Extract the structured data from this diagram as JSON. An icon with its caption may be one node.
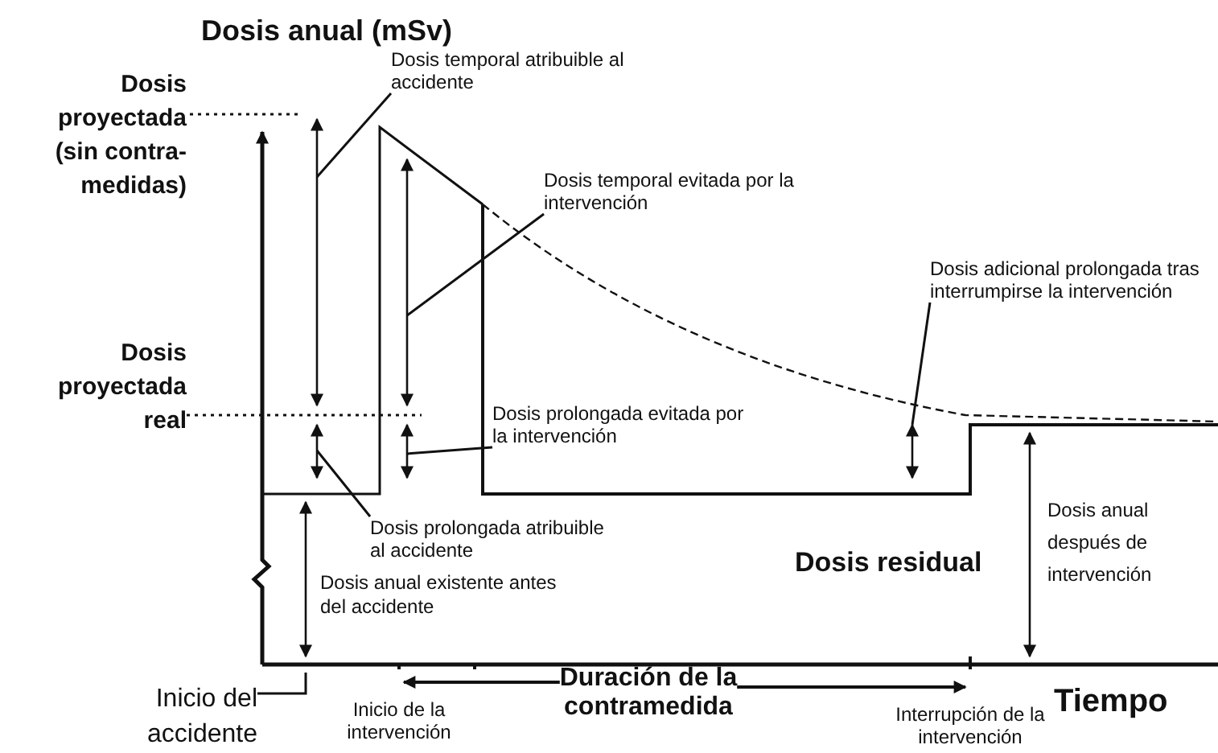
{
  "diagram": {
    "nodes": [
      {
        "text": [
          "Dosis temporal atribuible al accidente"
        ]
      },
      {
        "text": [
          "Dosis temporal evitada por la intervención"
        ]
      },
      {
        "text": [
          "Dosis adicional prolongada tras interrumpirse la intervención"
        ]
      },
      {
        "text": [
          "Dosis prolongada evitada por la intervención"
        ]
      },
      {
        "text": [
          "Dosis prolongada atribuible al accidente"
        ]
      },
      {
        "text": [
          "Inicio del accidente"
        ]
      },
      {
        "text": [
          "Duración de la contramedida"
        ]
      },
      {
        "text": [
          "Inicio de la intervención"
        ]
      },
      {
        "text": [
          "Interrupción de la intervención"
        ]
      },
      {
        "text": [],
        "shape": "arrow"
      },
      {
        "text": [],
        "shape": "arrow"
      },
      {
        "text": [],
        "shape": "arrow"
      },
      {
        "text": [],
        "shape": "arrow"
      },
      {
        "text": [],
        "shape": "arrow"
      }
    ],
    "edges": [
      {
        "from": 0,
        "to": 9,
        "arrow": "none"
      },
      {
        "from": 1,
        "to": 11,
        "arrow": "none"
      },
      {
        "from": 2,
        "to": 13,
        "arrow": "none"
      },
      {
        "from": 3,
        "to": 12,
        "arrow": "none"
      },
      {
        "from": 4,
        "to": 10,
        "arrow": "none"
      },
      {
        "from": 5,
        "to": null,
        "arrow": "none"
      },
      {
        "from": 6,
        "to": 7,
        "arrow": "to"
      },
      {
        "from": 6,
        "to": 8,
        "arrow": "to"
      }
    ],
    "labels": [
      "Dosis anual (mSv)",
      "Dosis proyectada (sin contra-medidas)",
      "Dosis proyectada real",
      "Dosis anual existente antes del accidente",
      "Dosis residual",
      "Dosis anual después de intervención",
      "Tiempo"
    ]
  }
}
